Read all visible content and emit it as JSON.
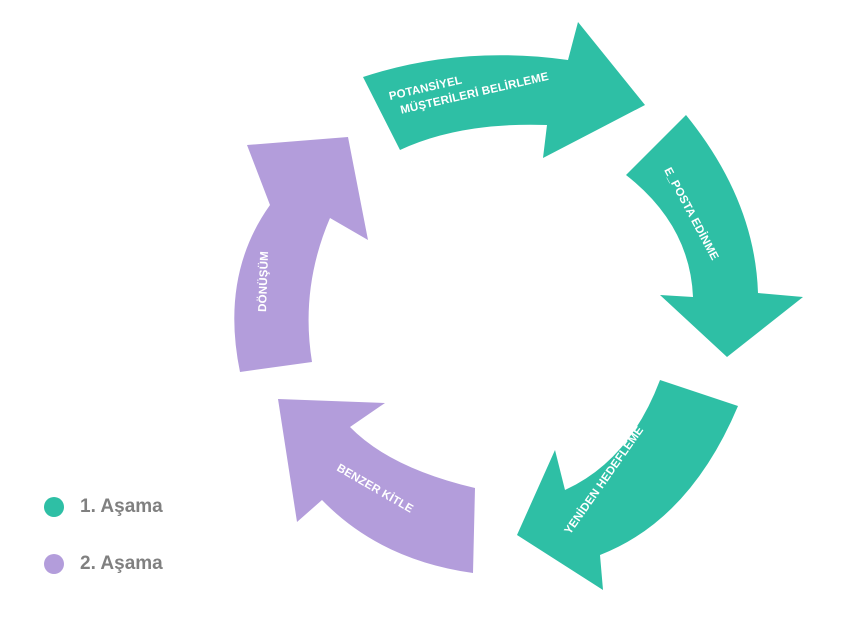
{
  "colors": {
    "stage1": "#2ebfa5",
    "stage2": "#b39ddb",
    "legend_text": "#808080"
  },
  "arrows": [
    {
      "id": "a1",
      "stage": 1,
      "lines": [
        "POTANSİYEL",
        "MÜŞTERİLERİ BELİRLEME"
      ]
    },
    {
      "id": "a2",
      "stage": 1,
      "lines": [
        "E_POSTA EDİNME"
      ]
    },
    {
      "id": "a3",
      "stage": 1,
      "lines": [
        "YENİDEN HEDEFLEME"
      ]
    },
    {
      "id": "a4",
      "stage": 2,
      "lines": [
        "BENZER KİTLE"
      ]
    },
    {
      "id": "a5",
      "stage": 2,
      "lines": [
        "DÖNÜŞÜM"
      ]
    }
  ],
  "legend": [
    {
      "label": "1. Aşama",
      "stage": 1
    },
    {
      "label": "2. Aşama",
      "stage": 2
    }
  ]
}
